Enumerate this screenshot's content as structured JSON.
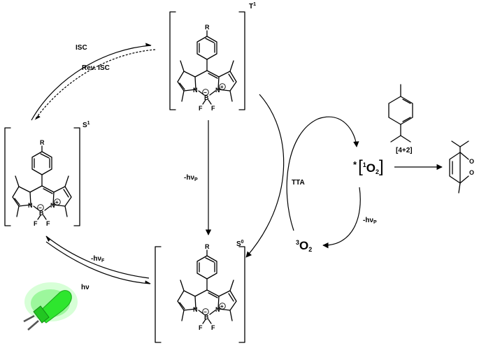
{
  "states": {
    "t1": {
      "label": "T",
      "sup": "1"
    },
    "s1": {
      "label": "S",
      "sup": "1"
    },
    "s0": {
      "label": "S",
      "sup": "0"
    }
  },
  "atoms": {
    "R": "R",
    "N": "N",
    "B": "B",
    "F": "F",
    "minus": "−",
    "plus": "+"
  },
  "process_labels": {
    "isc": "ISC",
    "rev_isc": "Rev. ISC",
    "phos_t1": {
      "main": "-hν",
      "sub": "P"
    },
    "fluor": {
      "main": "-hν",
      "sub": "F"
    },
    "absorb": "hν",
    "tta": "TTA",
    "phos_o2": {
      "main": "-hν",
      "sub": "P"
    },
    "cycloaddition": "[4+2]"
  },
  "oxygen": {
    "singlet": {
      "star": "*",
      "sup": "1",
      "main": "O",
      "sub": "2"
    },
    "triplet": {
      "sup": "3",
      "main": "O",
      "sub": "2"
    }
  },
  "product_atoms": {
    "o1": "O",
    "o2": "O"
  },
  "icons": {
    "light_source": "green-led-icon"
  },
  "colors": {
    "led_green": "#2ee62e",
    "led_glow": "#8cff8c",
    "ink": "#000000"
  }
}
